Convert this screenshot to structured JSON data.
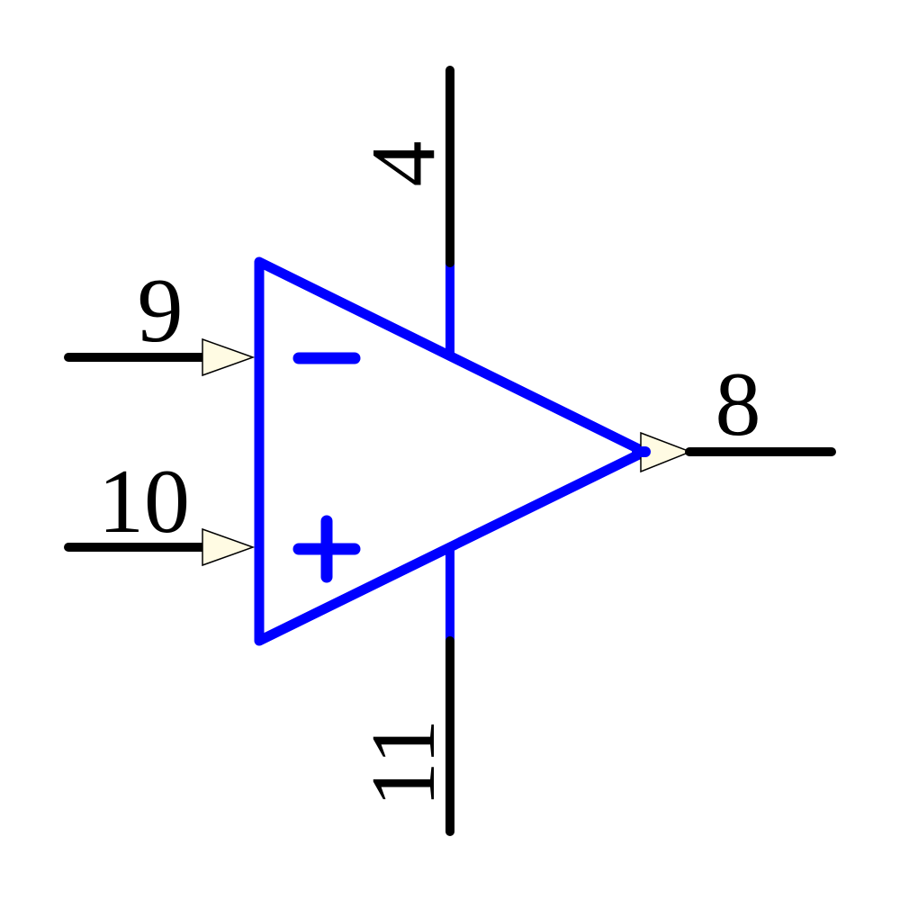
{
  "colors": {
    "background": "#FFFFFF",
    "body_stroke": "#0000FF",
    "pin_stroke": "#000000",
    "arrow_fill": "#FFFBE3",
    "arrow_stroke": "#000000",
    "text_fill": "#000000"
  },
  "symbol": {
    "kind": "op-amp-triangle-symbol",
    "labels": {
      "inverting_input_symbol": "minus-icon",
      "non_inverting_input_symbol": "plus-icon"
    },
    "pins": {
      "top_power": "4",
      "inverting_input": "9",
      "non_inverting_input": "10",
      "output": "8",
      "bottom_power": "11"
    }
  }
}
